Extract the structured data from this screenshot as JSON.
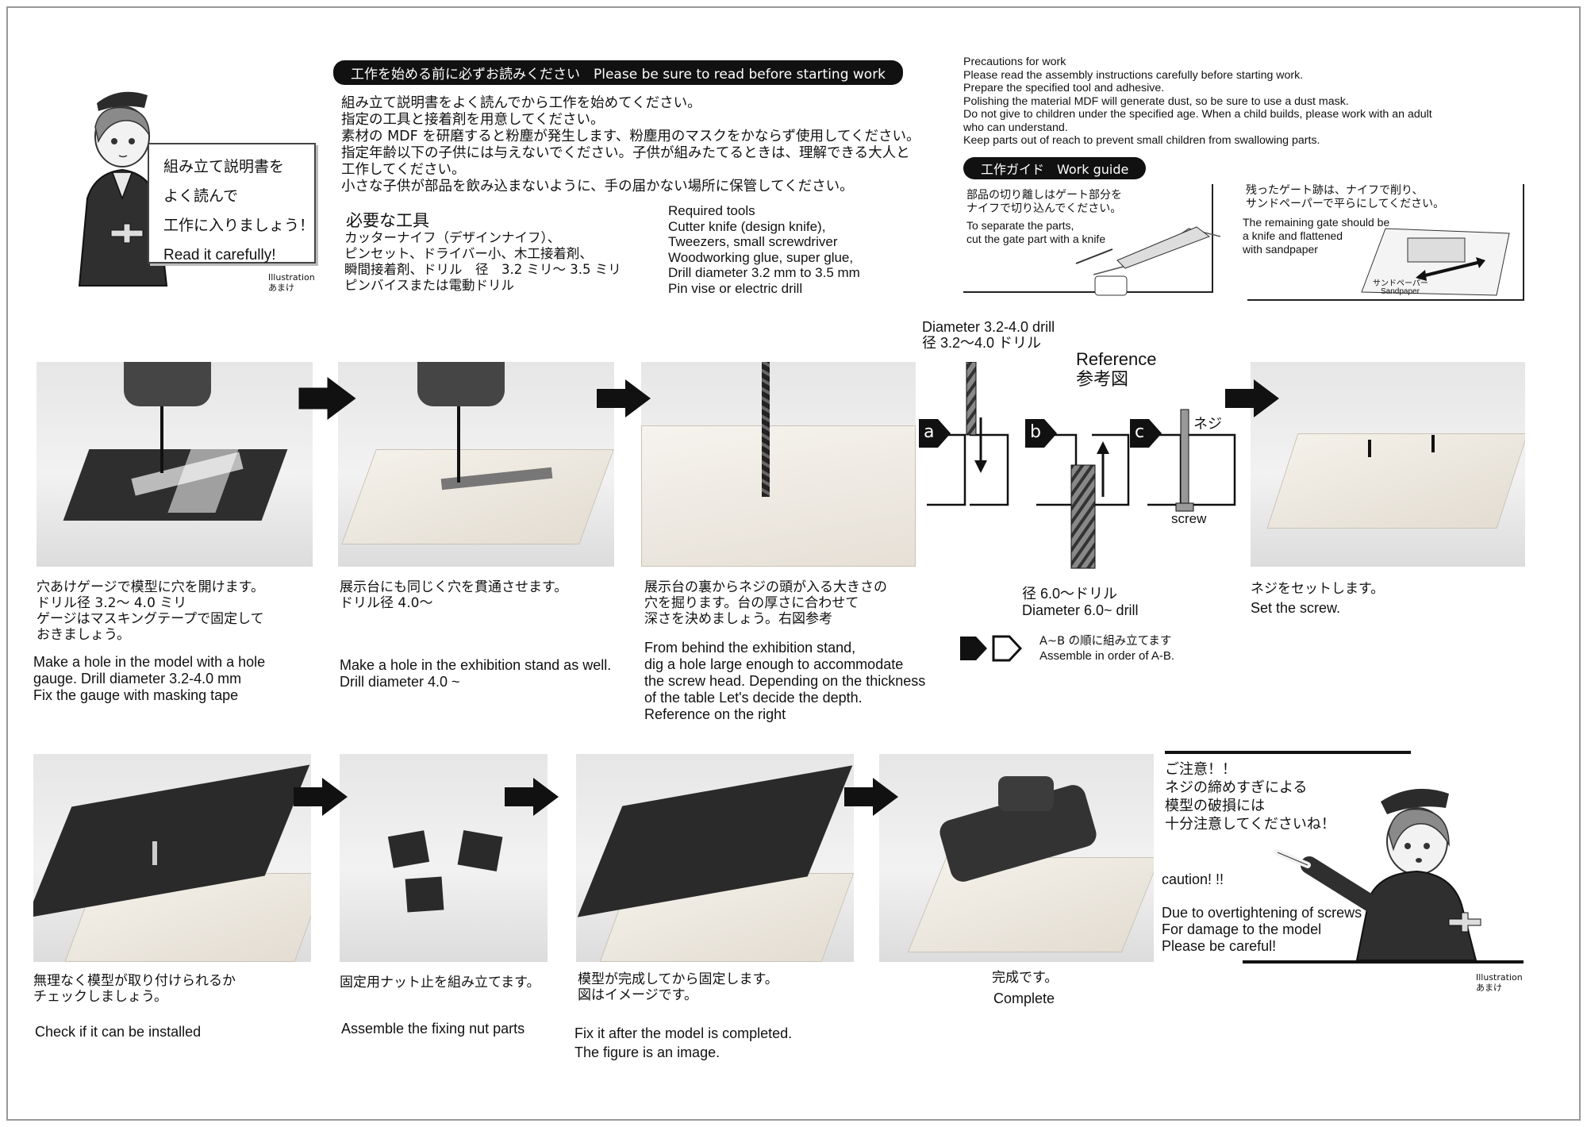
{
  "header": {
    "banner": "工作を始める前に必ずお読みください　Please be sure to read before starting work",
    "jp_notes": "組み立て説明書をよく読んでから工作を始めてください。\n指定の工具と接着剤を用意してください。\n素材の MDF を研磨すると粉塵が発生します、粉塵用のマスクをかならず使用してください。\n指定年齢以下の子供には与えないでください。子供が組みたてるときは、理解できる大人と\n工作してください。\n小さな子供が部品を飲み込まないように、手の届かない場所に保管してください。"
  },
  "mascot_top": {
    "sign_lines": [
      "組み立て説明書を",
      "よく読んで",
      "工作に入りましょう！",
      "Read it carefully!"
    ],
    "credit": "Illustration\nあまけ"
  },
  "tools": {
    "jp_title": "必要な工具",
    "jp_list": "カッターナイフ（デザインナイフ）、\nピンセット、ドライバー小、木工接着剤、\n瞬間接着剤、ドリル　径　3.2 ミリ～ 3.5 ミリ\nピンバイスまたは電動ドリル",
    "en_list": "Required tools\nCutter knife (design knife),\nTweezers, small screwdriver\nWoodworking glue, super glue,\nDrill diameter 3.2 mm to 3.5 mm\nPin vise or electric drill"
  },
  "precautions": {
    "text": "Precautions for work\nPlease read the assembly instructions carefully before starting work.\nPrepare the specified tool and adhesive.\nPolishing the material MDF will generate dust, so be sure to use a dust mask.\nDo not give to children under the specified age. When a child builds, please work with an adult\n who can understand.\nKeep parts out of reach to prevent small children from swallowing parts."
  },
  "work_guide": {
    "title": "工作ガイド　Work guide",
    "left_jp": "部品の切り離しはゲート部分を\nナイフで切り込んでください。",
    "left_en": "To separate the parts,\ncut the gate part with a knife",
    "right_jp": "残ったゲート跡は、ナイフで削り、\nサンドペーパーで平らにしてください。",
    "right_en": "The remaining gate should be\na knife and flattened\n with sandpaper",
    "sandpaper_jp": "サンドペーパー",
    "sandpaper_en": "Sandpaper"
  },
  "reference": {
    "drill_top": "Diameter 3.2-4.0 drill\n径 3.2～4.0 ドリル",
    "title": "Reference\n参考図",
    "label_a": "a",
    "label_b": "b",
    "label_c": "c",
    "screw_jp": "ネジ",
    "screw_en": "screw",
    "drill_bottom": "径 6.0～ドリル\nDiameter 6.0~ drill",
    "order_jp": "A~B の順に組み立てます",
    "order_en": "Assemble in order of A-B."
  },
  "steps_row1": [
    {
      "jp": "穴あけゲージで模型に穴を開けます。\nドリル径 3.2～ 4.0 ミリ\nゲージはマスキングテープで固定して\nおきましょう。",
      "en": "Make a hole in the model with a hole\ngauge. Drill diameter 3.2-4.0 mm\nFix the gauge with masking tape"
    },
    {
      "jp": "展示台にも同じく穴を貫通させます。\nドリル径 4.0～",
      "en": "Make a hole in the exhibition stand as well.\nDrill diameter 4.0 ~"
    },
    {
      "jp": "展示台の裏からネジの頭が入る大きさの\n穴を掘ります。台の厚さに合わせて\n深さを決めましょう。右図参考",
      "en": "From behind the exhibition stand,\ndig a hole large enough to accommodate\nthe screw head. Depending on the thickness\nof the table Let's decide the depth.\nReference on the right"
    },
    {
      "jp": "ネジをセットします。",
      "en": "Set the screw."
    }
  ],
  "steps_row2": [
    {
      "jp": "無理なく模型が取り付けられるか\nチェックしましょう。",
      "en": "Check if it can be installed"
    },
    {
      "jp": "固定用ナット止を組み立てます。",
      "en": "Assemble the fixing nut parts"
    },
    {
      "jp": "模型が完成してから固定します。\n図はイメージです。",
      "en": "Fix it after the model is completed.\nThe figure is an image."
    },
    {
      "jp": "完成です。",
      "en": "Complete"
    }
  ],
  "caution": {
    "jp": "ご注意！！\nネジの締めすぎによる\n模型の破損には\n十分注意してくださいね！",
    "en_title": "caution! !!",
    "en": "Due to overtightening of screws\nFor damage to the model\nPlease be careful!",
    "credit": "Illustration\nあまけ"
  }
}
